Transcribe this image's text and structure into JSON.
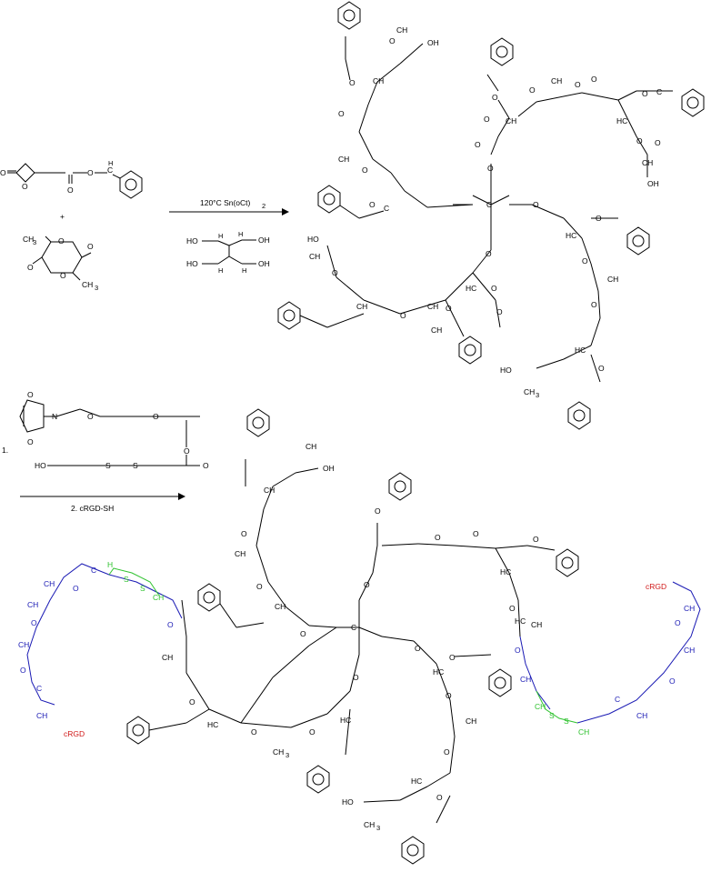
{
  "step1": {
    "conditions": "120°C Sn(oCt)",
    "conditions_sub": "2",
    "plus": "+",
    "monomer1_labels": [
      "O",
      "O",
      "O",
      "O"
    ],
    "monomer2_labels": [
      "O",
      "O",
      "O",
      "O",
      "CH"
    ],
    "monomer2_sub": "3",
    "initiator_labels": [
      "HO",
      "OH",
      "HO",
      "OH"
    ],
    "initiator_H2": "H"
  },
  "step2": {
    "number": "1.",
    "reagent_left": "HO",
    "reagent_S": "S",
    "reagent_O": "O",
    "reagent_N": "N",
    "second": "2. cRGD-SH"
  },
  "common": {
    "oh": "OH",
    "ho": "HO",
    "o": "O",
    "ch": "CH",
    "hc": "HC",
    "ch3": "CH",
    "c": "C",
    "h": "H",
    "sub2": "2",
    "sub3": "3",
    "s": "S",
    "crgd": "cRGD"
  },
  "colors": {
    "peg": "#1a1ab4",
    "disulfide": "#2fc22f",
    "peptide": "#d01818"
  }
}
